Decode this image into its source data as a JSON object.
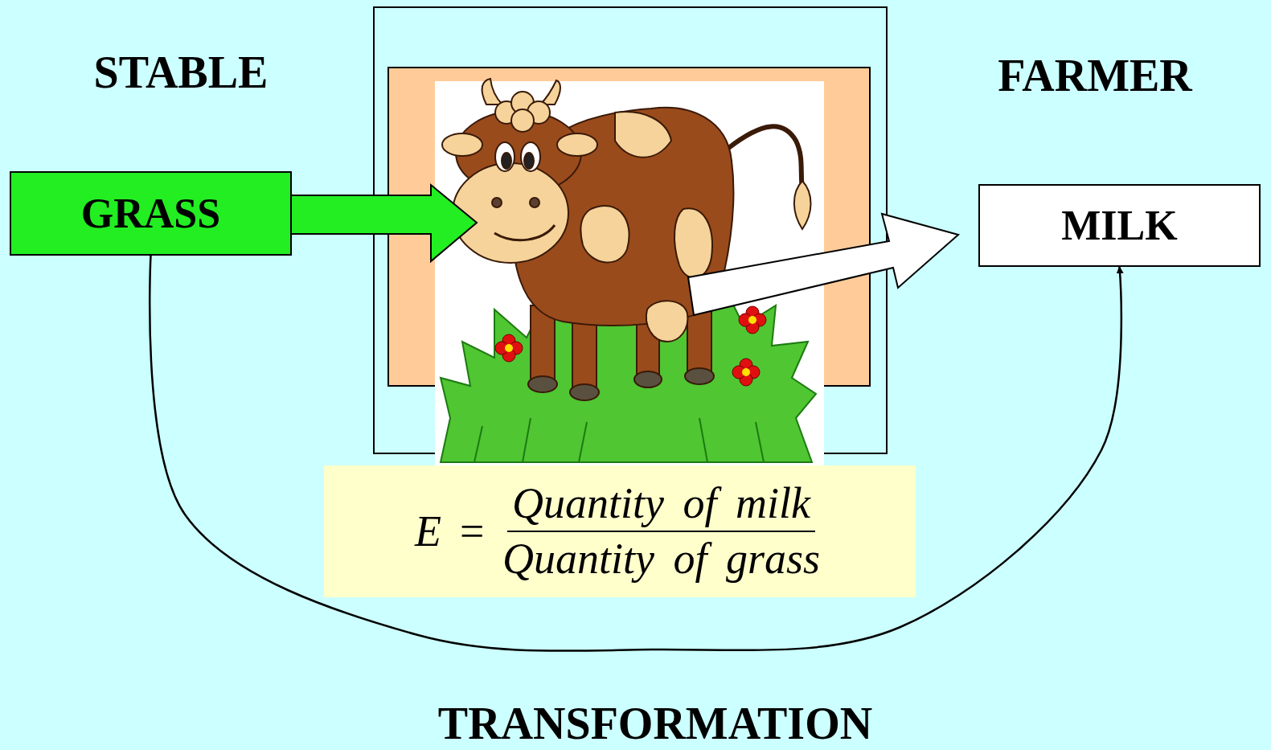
{
  "diagram": {
    "nodes": [
      {
        "text": [
          "GRASS"
        ]
      },
      {
        "text": [
          "MILK"
        ]
      },
      {
        "text": [
          "E =",
          "Quantity of milk",
          "Quantity of grass"
        ]
      }
    ],
    "edges": [
      {
        "from": 0,
        "to": 1,
        "arrow": "to"
      }
    ],
    "labels": [
      "STABLE",
      "FARMER",
      "TRANSFORMATION"
    ]
  }
}
